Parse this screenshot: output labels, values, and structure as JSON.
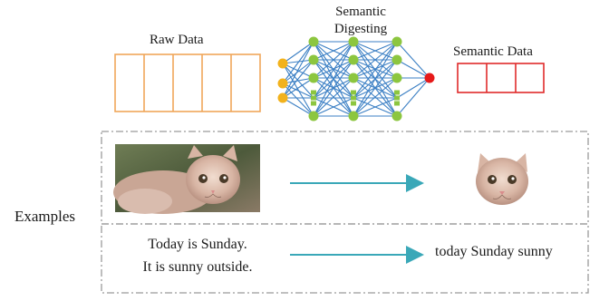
{
  "labels": {
    "raw_data": "Raw Data",
    "semantic_line1": "Semantic",
    "semantic_line2": "Digesting",
    "semantic_data": "Semantic Data",
    "examples": "Examples",
    "text_line1": "Today is Sunday.",
    "text_line2": "It is sunny outside.",
    "text_result": "today Sunday sunny"
  },
  "colors": {
    "raw_box": "#f0a65a",
    "semantic_box": "#e02b2b",
    "net_edge": "#3b7fc4",
    "input_node": "#f2b21c",
    "hidden_node": "#8cc63f",
    "output_node": "#e61919",
    "arrow": "#3aa8b8",
    "dashed_frame": "#9a9a9a"
  },
  "network": {
    "layers": [
      3,
      5,
      5,
      5,
      1
    ]
  }
}
